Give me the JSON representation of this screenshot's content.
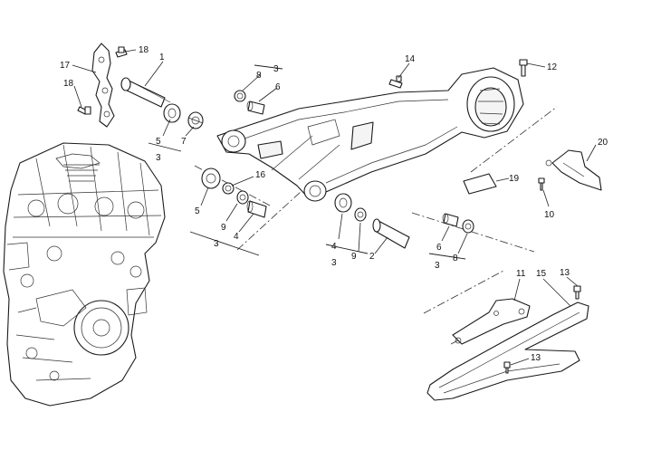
{
  "callouts": [
    {
      "id": "c18a",
      "text": "18"
    },
    {
      "id": "c1",
      "text": "1"
    },
    {
      "id": "c17",
      "text": "17"
    },
    {
      "id": "c18b",
      "text": "18"
    },
    {
      "id": "c8a",
      "text": "8"
    },
    {
      "id": "c3a",
      "text": "3"
    },
    {
      "id": "c6a",
      "text": "6"
    },
    {
      "id": "c14",
      "text": "14"
    },
    {
      "id": "c12",
      "text": "12"
    },
    {
      "id": "c5a",
      "text": "5"
    },
    {
      "id": "c7",
      "text": "7"
    },
    {
      "id": "c3b",
      "text": "3"
    },
    {
      "id": "c16",
      "text": "16"
    },
    {
      "id": "c20",
      "text": "20"
    },
    {
      "id": "c19",
      "text": "19"
    },
    {
      "id": "c10",
      "text": "10"
    },
    {
      "id": "c5b",
      "text": "5"
    },
    {
      "id": "c9a",
      "text": "9"
    },
    {
      "id": "c4a",
      "text": "4"
    },
    {
      "id": "c3c",
      "text": "3"
    },
    {
      "id": "c4b",
      "text": "4"
    },
    {
      "id": "c9b",
      "text": "9"
    },
    {
      "id": "c2",
      "text": "2"
    },
    {
      "id": "c3d",
      "text": "3"
    },
    {
      "id": "c6b",
      "text": "6"
    },
    {
      "id": "c8b",
      "text": "8"
    },
    {
      "id": "c3e",
      "text": "3"
    },
    {
      "id": "c11",
      "text": "11"
    },
    {
      "id": "c15",
      "text": "15"
    },
    {
      "id": "c13a",
      "text": "13"
    },
    {
      "id": "c13b",
      "text": "13"
    }
  ]
}
